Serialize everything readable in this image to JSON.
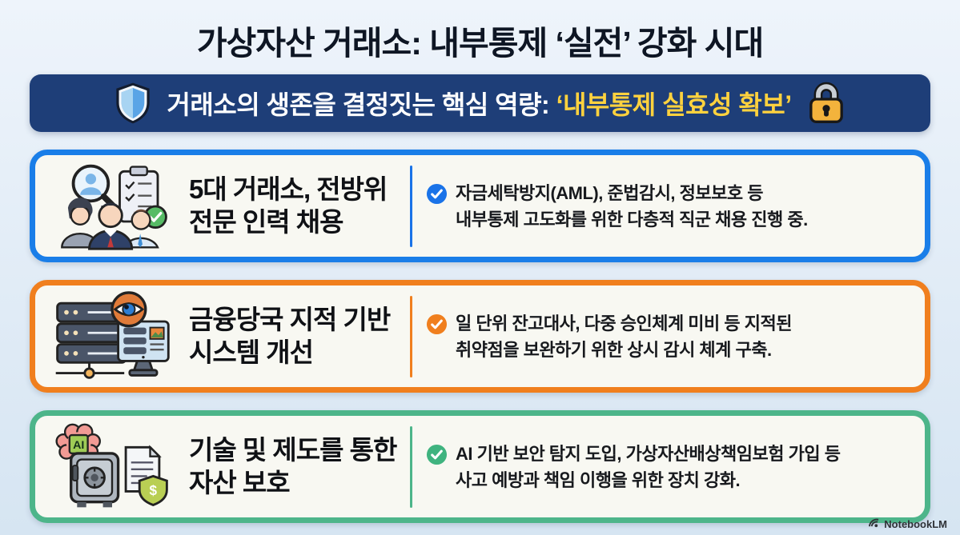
{
  "page": {
    "title": "가상자산 거래소: 내부통제 ‘실전’ 강화 시대",
    "background_color": "#e3edf7"
  },
  "banner": {
    "prefix": "거래소의 생존을 결정짓는 핵심 역량: ",
    "highlight": "‘내부통제 실효성 확보’",
    "bg_color": "#1e3e78",
    "text_color": "#ffffff",
    "highlight_color": "#ffd23e",
    "left_icon": "shield-icon",
    "right_icon": "lock-icon"
  },
  "cards": [
    {
      "icon": "talent-recruitment-icon",
      "accent_color": "#1a7ee8",
      "heading_line1": "5대 거래소, 전방위",
      "heading_line2": "전문 인력 채용",
      "body_line1": "자금세탁방지(AML), 준법감시, 정보보호 등",
      "body_line2": "내부통제 고도화를 위한 다층적 직군 채용 진행 중."
    },
    {
      "icon": "system-monitoring-icon",
      "accent_color": "#f07f1e",
      "heading_line1": "금융당국 지적 기반",
      "heading_line2": "시스템 개선",
      "body_line1": "일 단위 잔고대사, 다중 승인체계 미비 등 지적된",
      "body_line2": "취약점을 보완하기 위한 상시 감시 체계 구축."
    },
    {
      "icon": "asset-protection-icon",
      "accent_color": "#4db58a",
      "heading_line1": "기술 및 제도를 통한",
      "heading_line2": "자산 보호",
      "body_line1": "AI 기반 보안 탐지 도입, 가상자산배상책임보험 가입 등",
      "body_line2": "사고 예방과 책임 이행을 위한 장치 강화."
    }
  ],
  "footer": {
    "brand": "NotebookLM"
  }
}
